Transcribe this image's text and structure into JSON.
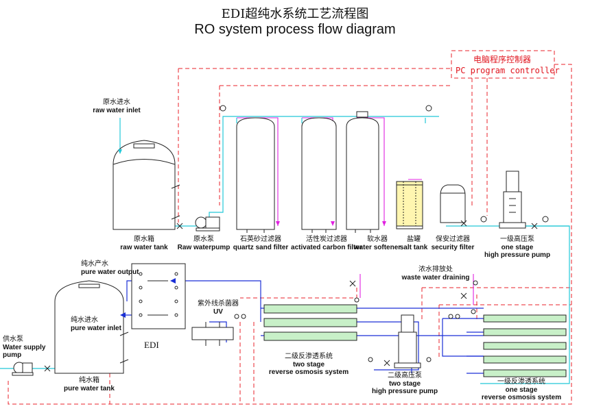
{
  "title": {
    "zh": "EDI超纯水系统工艺流程图",
    "en": "RO system process flow diagram"
  },
  "plc": {
    "zh": "电脑程序控制器",
    "en": "PC program controller"
  },
  "labels": {
    "raw_water_inlet": {
      "zh": "原水进水",
      "en": "raw water inlet"
    },
    "raw_water_tank": {
      "zh": "原水箱",
      "en": "raw water tank"
    },
    "raw_waterpump": {
      "zh": "原水泵",
      "en": "Raw waterpump"
    },
    "quartz_sand_filter": {
      "zh": "石英砂过滤器",
      "en": "quartz sand filter"
    },
    "activated_carbon_filter": {
      "zh": "活性炭过滤器",
      "en": "activated carbon filter"
    },
    "water_softener": {
      "zh": "软水器",
      "en": "water softener"
    },
    "salt_tank": {
      "zh": "盐罐",
      "en": "salt tank"
    },
    "security_filter": {
      "zh": "保安过滤器",
      "en": "security filter"
    },
    "one_stage_hp_pump": {
      "zh": "一级高压泵",
      "en1": "one stage",
      "en2": "high pressure pump"
    },
    "pure_water_output": {
      "zh": "纯水产水",
      "en": "pure water output"
    },
    "pure_water_inlet": {
      "zh": "纯水进水",
      "en": "pure water inlet"
    },
    "pure_water_tank": {
      "zh": "纯水箱",
      "en": "pure water tank"
    },
    "water_supply_pump": {
      "zh": "供水泵",
      "en1": "Water supply",
      "en2": "pump"
    },
    "edi": "EDI",
    "uv": {
      "zh": "紫外线杀菌器",
      "en": "UV"
    },
    "two_stage_ro": {
      "zh": "二级反渗透系统",
      "en1": "two stage",
      "en2": "reverse osmosis system"
    },
    "two_stage_hp_pump": {
      "zh": "二级高压泵",
      "en1": "two stage",
      "en2": "high pressure pump"
    },
    "waste_water": {
      "zh": "浓水排放处",
      "en": "waste water draining"
    },
    "one_stage_ro": {
      "zh": "一级反渗透系统",
      "en1": "one stage",
      "en2": "reverse osmosis system"
    }
  },
  "colors": {
    "control_line": "#e8202a",
    "water_line": "#22c8d8",
    "pure_line": "#1a2fd6",
    "backwash_line": "#e020e0",
    "equipment": "#222222"
  }
}
